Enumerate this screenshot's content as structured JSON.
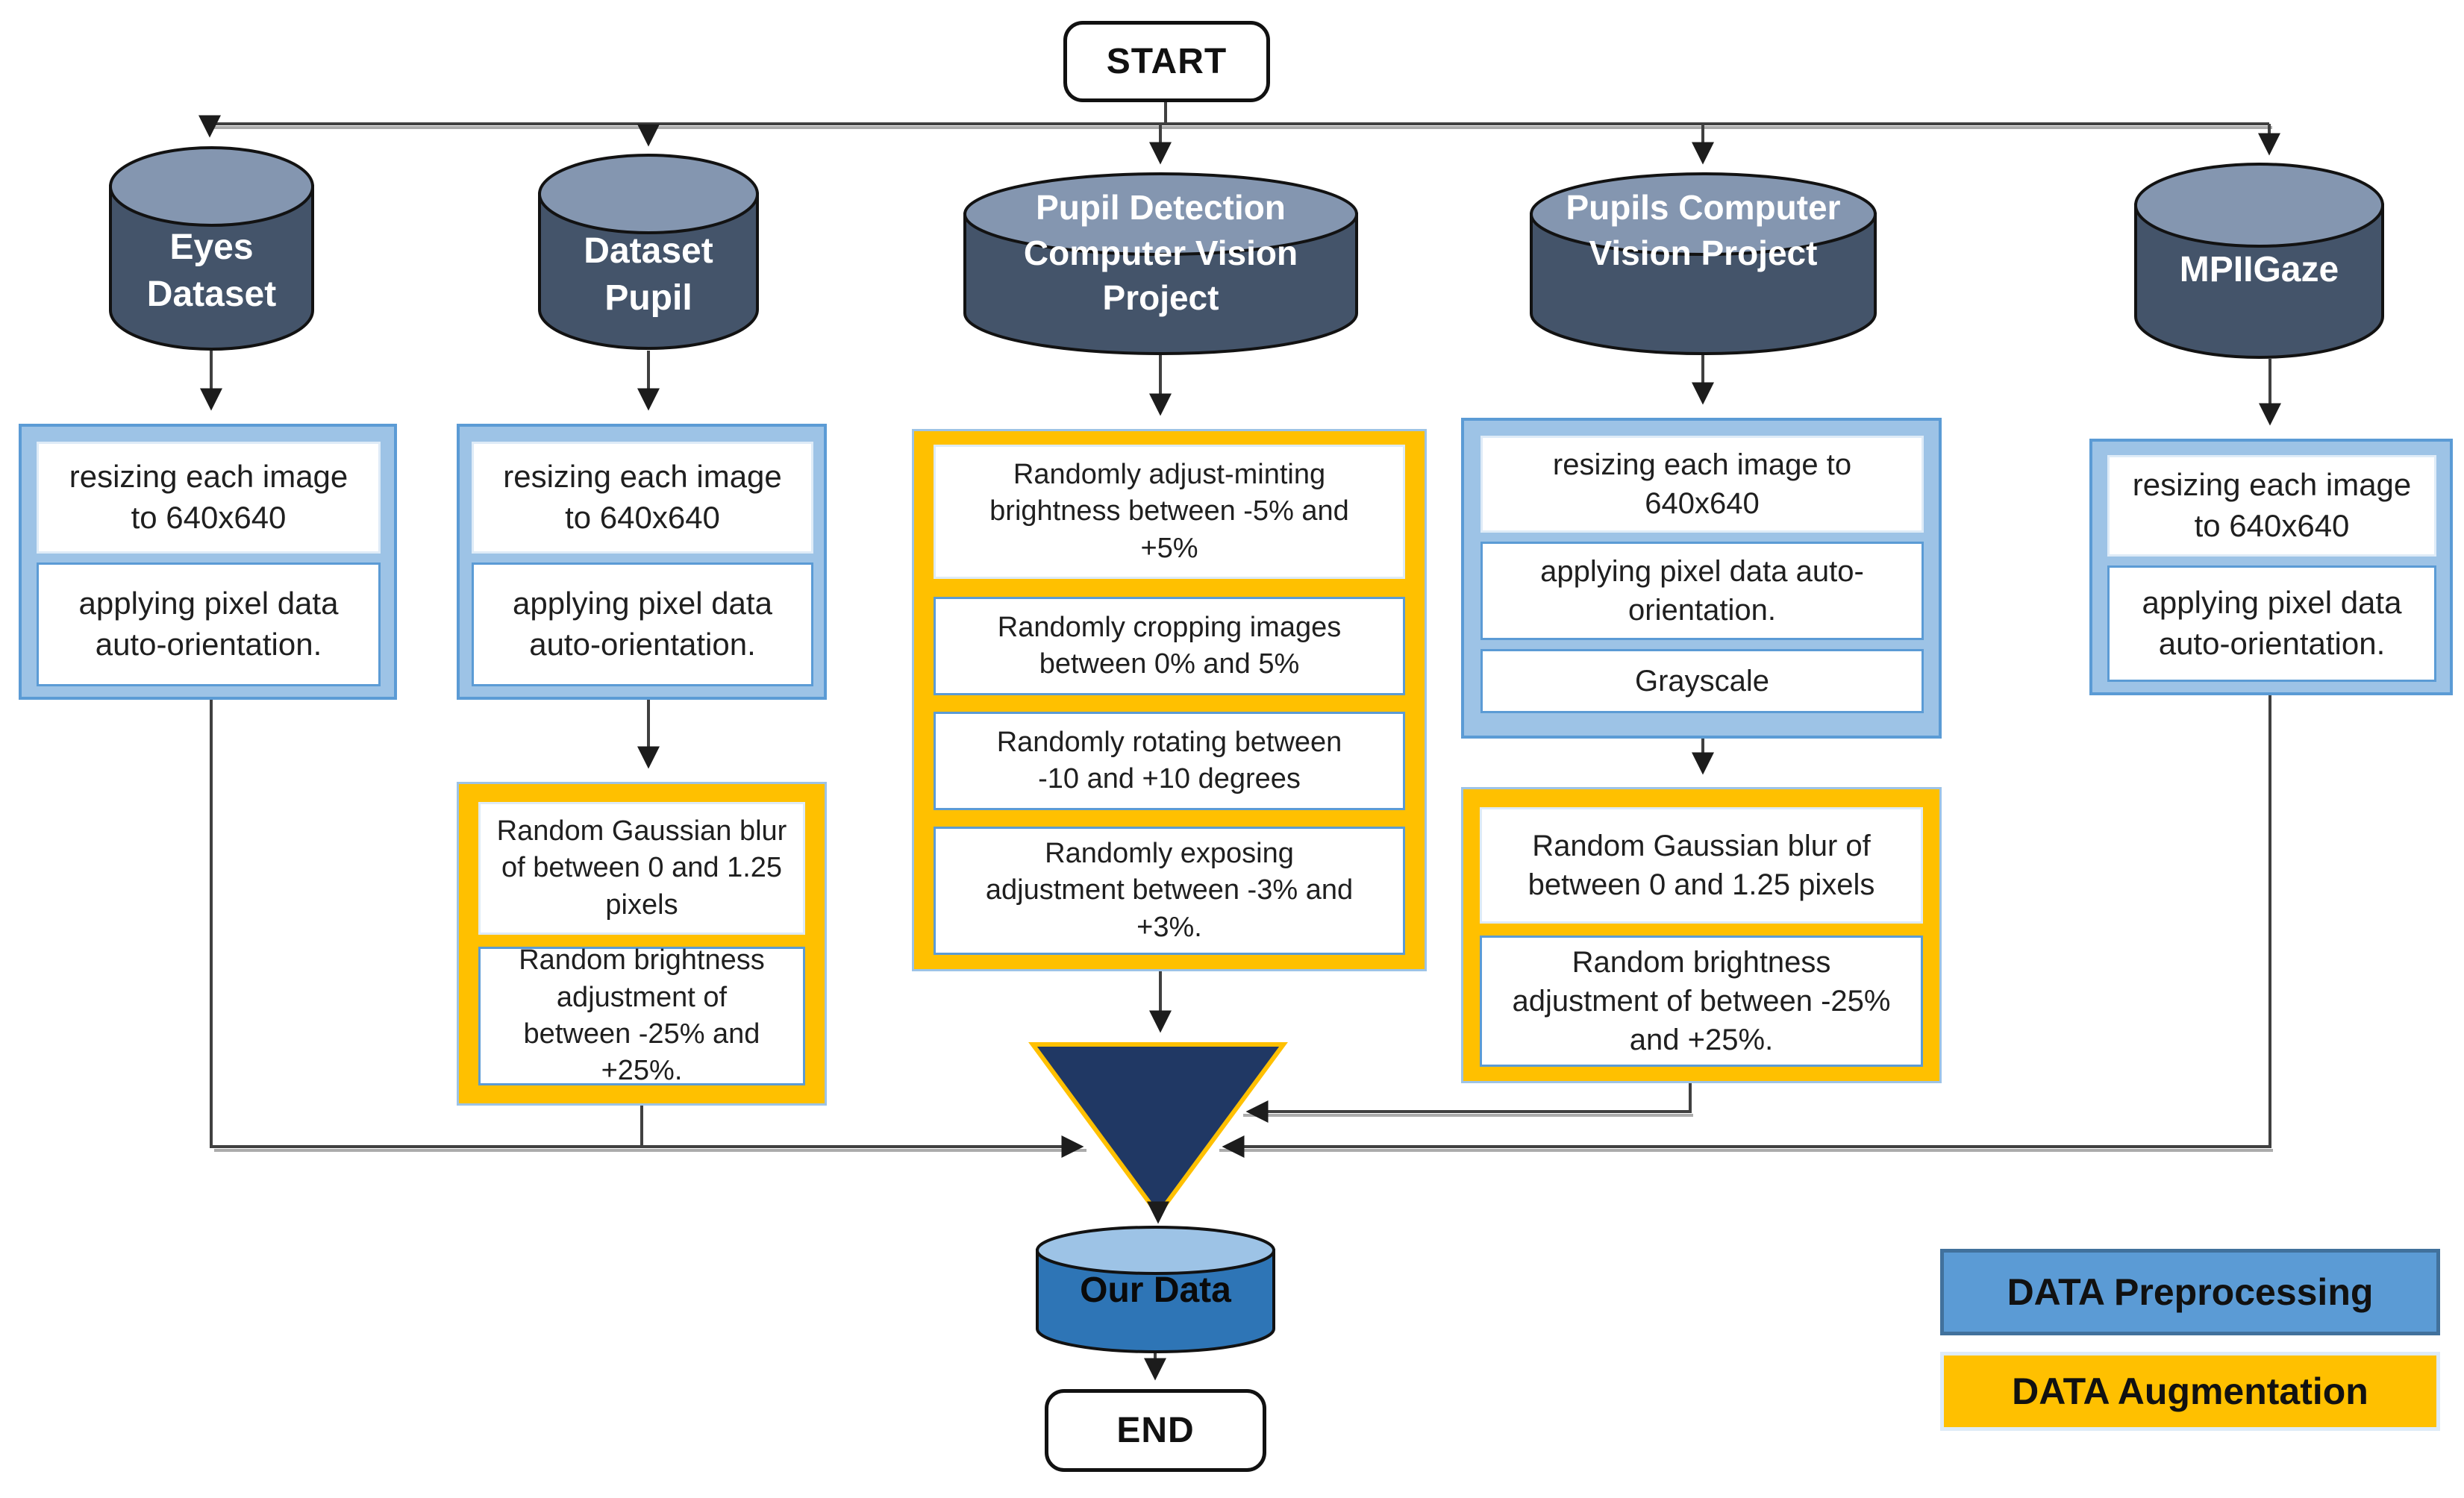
{
  "flow": {
    "start_label": "START",
    "end_label": "END",
    "merge_label": "Our Data"
  },
  "columns": [
    {
      "name": "eyes-dataset",
      "cylinder_label": "Eyes Dataset",
      "preprocessing": [
        "resizing each image to 640x640",
        "applying pixel data auto-orientation."
      ],
      "augmentation": []
    },
    {
      "name": "dataset-pupil",
      "cylinder_label": "Dataset Pupil",
      "preprocessing": [
        "resizing each image to 640x640",
        "applying pixel data auto-orientation."
      ],
      "augmentation": [
        "Random Gaussian blur of between 0 and 1.25 pixels",
        "Random brightness adjustment of between -25% and +25%."
      ]
    },
    {
      "name": "pupil-detection-computer-vision-project",
      "cylinder_label": "Pupil Detection Computer Vision Project",
      "preprocessing": [],
      "augmentation": [
        "Randomly adjust-minting brightness between -5% and +5%",
        "Randomly cropping images between 0% and 5%",
        "Randomly rotating between -10 and +10 degrees",
        "Randomly exposing adjustment between -3% and +3%."
      ]
    },
    {
      "name": "pupils-computer-vision-project",
      "cylinder_label": "Pupils Computer Vision Project",
      "preprocessing": [
        "resizing each image to 640x640",
        "applying pixel data auto-orientation.",
        "Grayscale"
      ],
      "augmentation": [
        "Random Gaussian blur of between 0 and 1.25 pixels",
        "Random brightness adjustment of between -25% and +25%."
      ]
    },
    {
      "name": "mpiigaze",
      "cylinder_label": "MPIIGaze",
      "preprocessing": [
        "resizing each image to 640x640",
        "applying pixel data auto-orientation."
      ],
      "augmentation": []
    }
  ],
  "legend": {
    "preprocessing": {
      "label": "DATA Preprocessing",
      "color": "#5B9BD5"
    },
    "augmentation": {
      "label": "DATA Augmentation",
      "color": "#FFC000"
    }
  },
  "colors": {
    "cylinder_body": "#44546A",
    "cylinder_top": "#8496B0",
    "merge_cylinder_body": "#2E75B6",
    "merge_cylinder_top": "#9DC3E6",
    "preprocessing_fill": "#9DC3E6",
    "preprocessing_border": "#5B9BD5",
    "augmentation_fill": "#FFC000",
    "funnel_fill": "#203864",
    "funnel_border": "#FFC000",
    "connector": "#404040"
  }
}
